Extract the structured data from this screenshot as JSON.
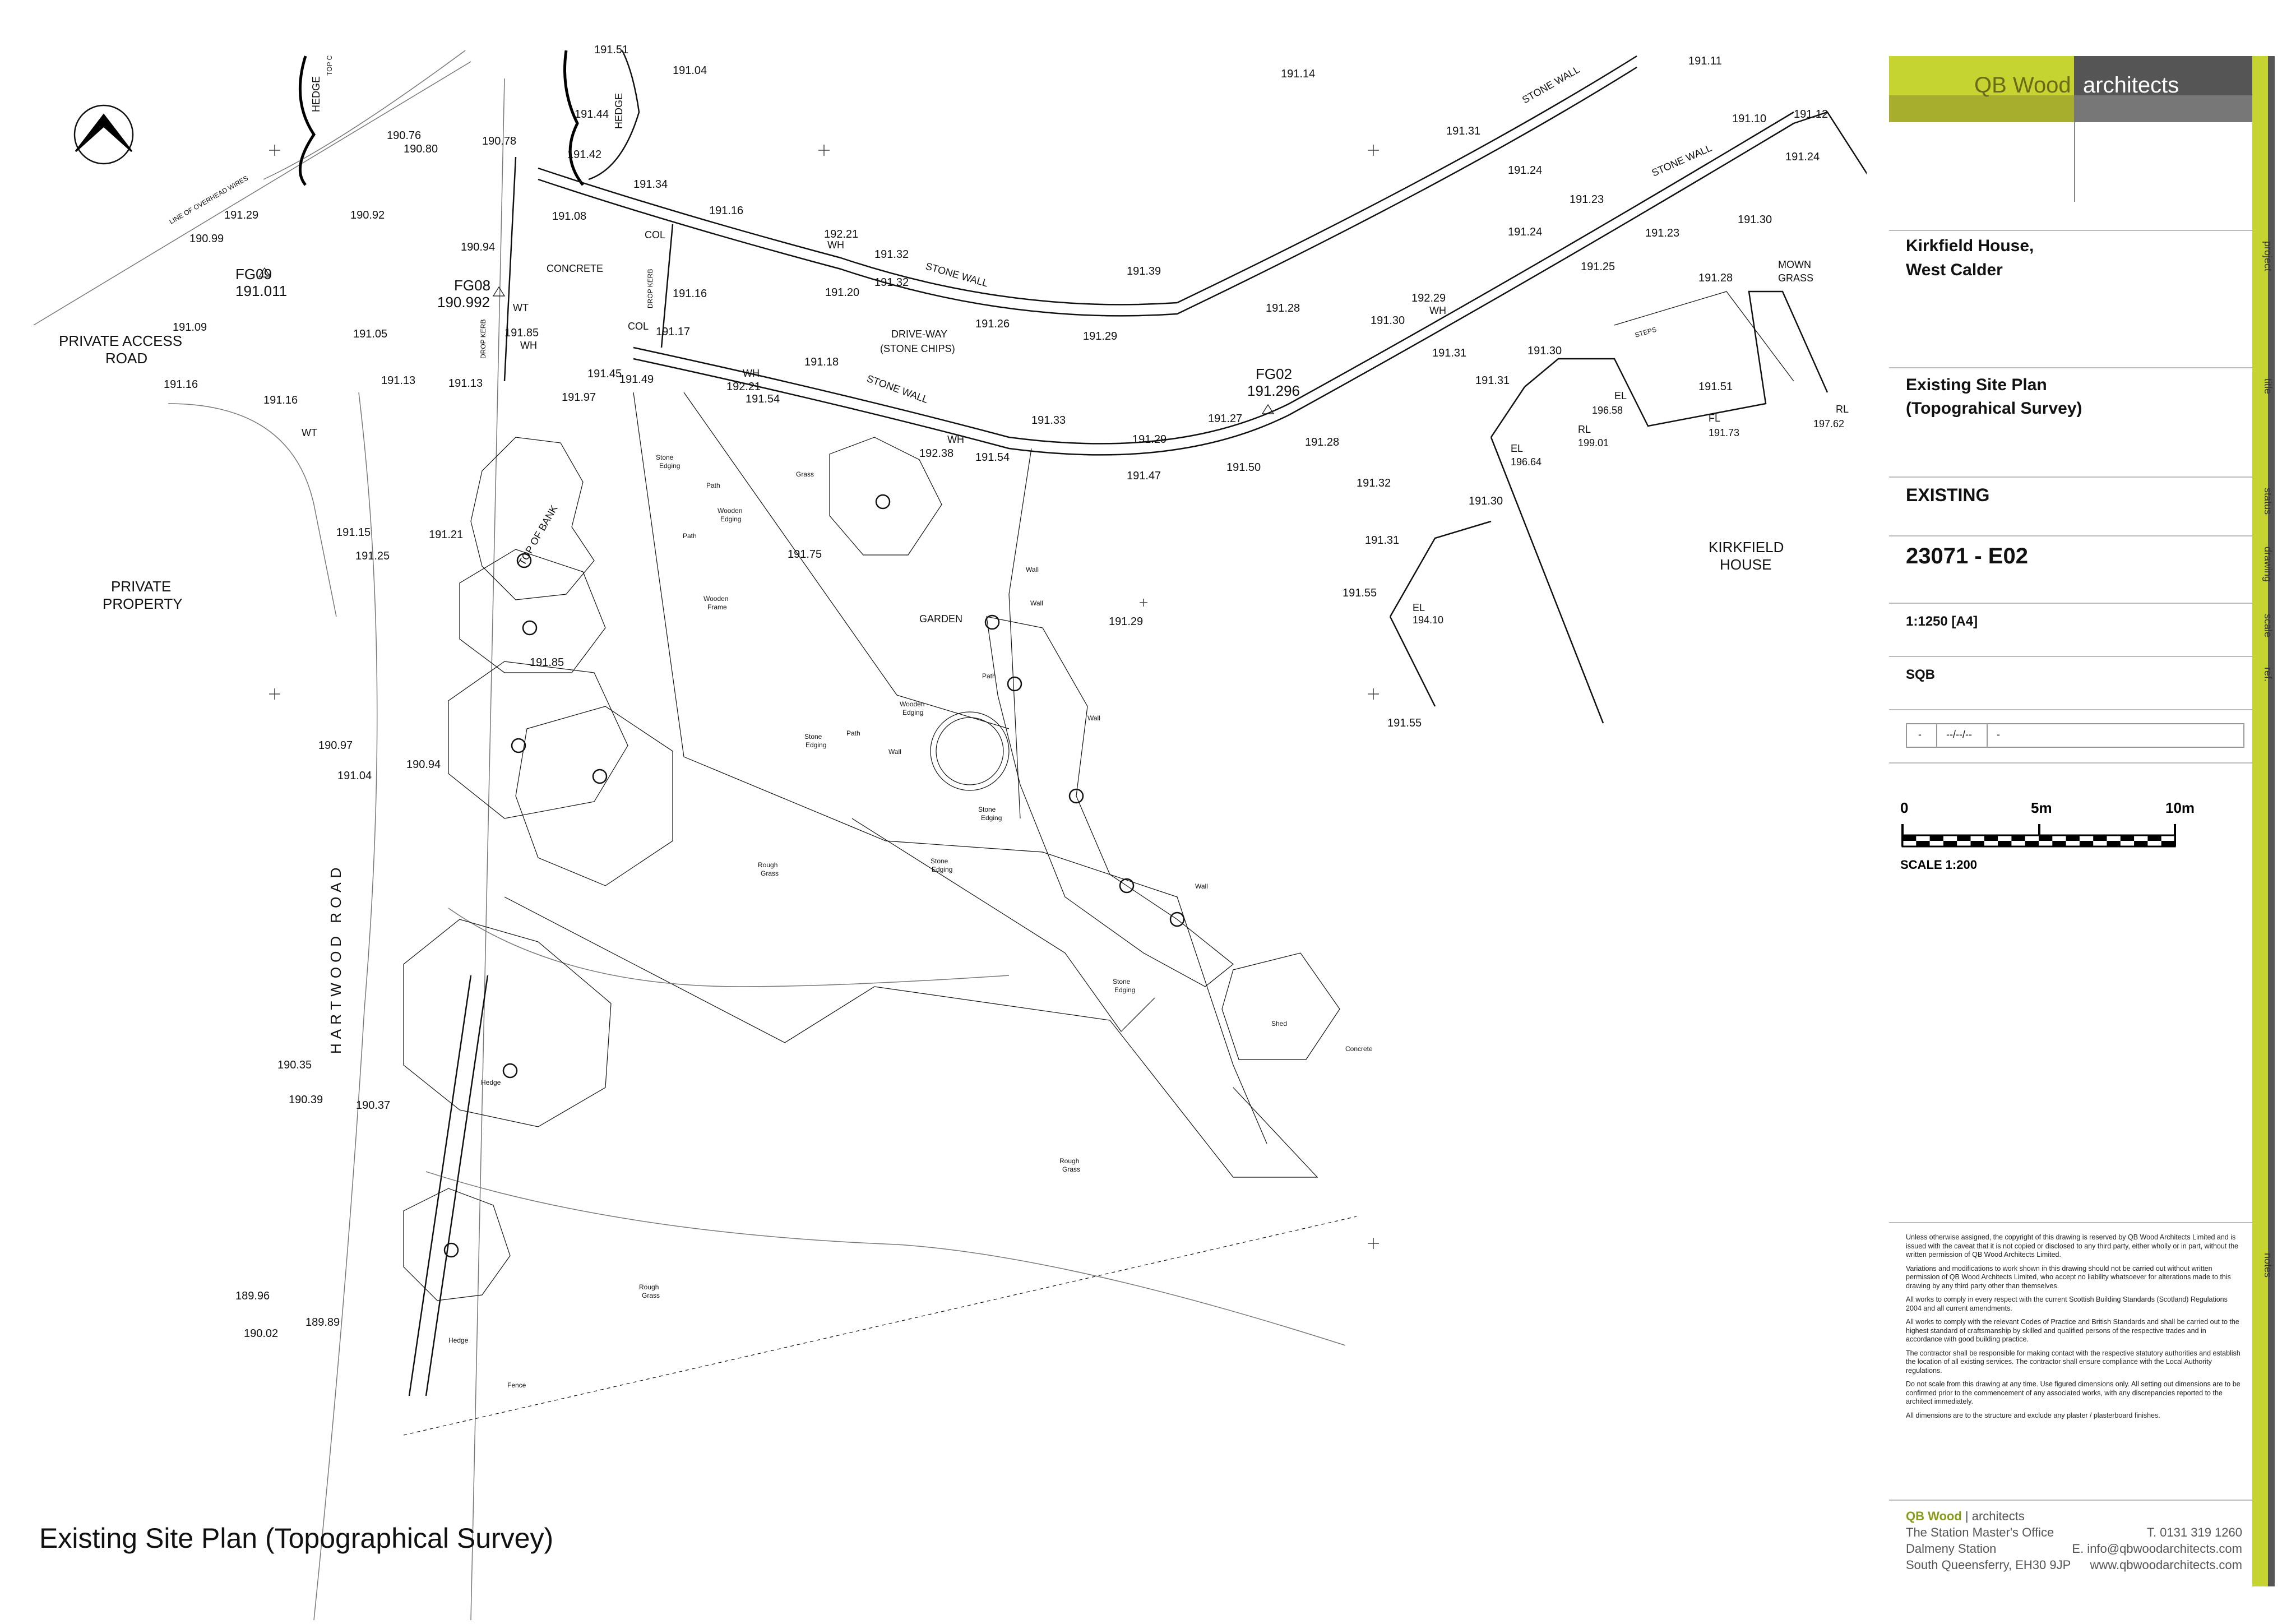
{
  "drawing_title": "Existing Site Plan (Topographical Survey)",
  "site_labels": {
    "private_access_road": "PRIVATE ACCESS\nROAD",
    "private_property": "PRIVATE\nPROPERTY",
    "hartwood_road": "HARTWOOD ROAD",
    "concrete": "CONCRETE",
    "driveway": "DRIVE-WAY\n(STONE CHIPS)",
    "stone_wall": "STONE WALL",
    "garden": "GARDEN",
    "kirkfield_house": "KIRKFIELD\nHOUSE",
    "mown_grass": "MOWN\nGRASS",
    "steps": "STEPS",
    "hedge": "HEDGE",
    "overhead_wires": "LINE OF OVERHEAD WIRES",
    "drop_kerb": "DROP KERB",
    "top_of_bank": "TOP OF BANK",
    "shed": "Shed",
    "concrete_small": "Concrete",
    "rough_grass": "Rough\nGrass",
    "fence": "Fence",
    "hedge_small": "Hedge",
    "wooden_edging": "Wooden\nEdging",
    "wooden_frame": "Wooden\nFrame",
    "stone_edging": "Stone\nEdging",
    "path": "Path",
    "grass": "Grass",
    "wall": "Wall",
    "col": "COL",
    "wt": "WT",
    "wh": "WH",
    "top_c": "TOP C"
  },
  "survey_points": {
    "fg09": "FG09",
    "fg09_level": "191.011",
    "fg08": "FG08",
    "fg08_level": "190.992",
    "fg02": "FG02",
    "fg02_level": "191.296",
    "el1": "EL",
    "el1_v": "196.58",
    "el2": "EL",
    "el2_v": "196.64",
    "el3": "EL",
    "el3_v": "194.10",
    "rl1": "RL",
    "rl1_v": "199.01",
    "rl2": "RL",
    "rl2_v": "197.62",
    "fl1": "FL",
    "fl1_v": "191.73"
  },
  "spot_levels": [
    "191.51",
    "191.04",
    "191.14",
    "191.11",
    "191.12",
    "190.76",
    "190.80",
    "190.78",
    "191.44",
    "191.42",
    "191.29",
    "190.92",
    "190.99",
    "191.34",
    "191.08",
    "191.16",
    "192.21",
    "191.32",
    "191.31",
    "191.24",
    "191.10",
    "191.24",
    "191.23",
    "191.30",
    "191.23",
    "191.24",
    "191.25",
    "190.94",
    "191.16",
    "191.20",
    "191.32",
    "191.26",
    "191.39",
    "191.29",
    "191.28",
    "191.28",
    "191.09",
    "191.05",
    "191.85",
    "191.17",
    "192.29",
    "191.30",
    "191.31",
    "191.30",
    "191.16",
    "191.13",
    "191.13",
    "191.97",
    "191.45",
    "191.49",
    "192.21",
    "191.54",
    "191.18",
    "191.33",
    "191.29",
    "191.27",
    "191.28",
    "191.51",
    "191.31",
    "191.16",
    "192.38",
    "191.54",
    "191.47",
    "191.50",
    "191.32",
    "191.30",
    "191.15",
    "191.25",
    "191.21",
    "191.75",
    "191.31",
    "191.55",
    "191.29",
    "191.85",
    "190.97",
    "191.04",
    "190.94",
    "191.55",
    "190.35",
    "190.39",
    "190.37",
    "189.96",
    "190.02",
    "189.89"
  ],
  "title_block": {
    "logo_name": "QB Wood",
    "logo_suffix": "architects",
    "project_line1": "Kirkfield House,",
    "project_line2": "West Calder",
    "title_line1": "Existing Site Plan",
    "title_line2": "(Topograhical Survey)",
    "status": "EXISTING",
    "drawing_no": "23071 - E02",
    "scale": "1:1250 [A4]",
    "ref": "SQB",
    "rev_cells": [
      "-",
      "--/--/--",
      "-"
    ],
    "side_labels": [
      "project",
      "title",
      "status",
      "drawing",
      "scale",
      "ref.",
      "notes"
    ]
  },
  "scale_bar": {
    "label_0": "0",
    "label_5": "5m",
    "label_10": "10m",
    "caption": "SCALE 1:200"
  },
  "notes": [
    "Unless otherwise assigned, the copyright of this drawing is reserved by QB Wood Architects Limited and is issued with the caveat that it is not copied or disclosed to any third party, either wholly or in part, without the written permission of QB Wood Architects Limited.",
    "Variations and modifications to work shown in this drawing should not be carried out without written permission of QB Wood Architects Limited, who accept no liability whatsoever for alterations made to this drawing by any third party other than themselves.",
    "All works to comply in every respect with the current Scottish Building Standards (Scotland) Regulations 2004 and all current amendments.",
    "All works to comply with the relevant Codes of Practice and British Standards and shall be carried out to the highest standard of craftsmanship by skilled and qualified persons of the respective trades and in accordance with good building practice.",
    "The contractor shall be responsible for making contact with the respective statutory authorities and establish the location of all existing services. The contractor shall ensure compliance with the Local Authority regulations.",
    "Do not scale from this drawing at any time. Use figured dimensions only. All setting out dimensions are to be confirmed prior to the commencement of any associated works, with any discrepancies reported to the architect immediately.",
    "All dimensions are to the structure and exclude any plaster / plasterboard finishes."
  ],
  "contact": {
    "firm": "QB Wood",
    "firm_suffix": " | architects",
    "addr1": "The Station Master's Office",
    "addr2": "Dalmeny Station",
    "addr3": "South Queensferry, EH30 9JP",
    "tel": "T. 0131 319 1260",
    "email": "E. info@qbwoodarchitects.com",
    "web": "www.qbwoodarchitects.com"
  }
}
